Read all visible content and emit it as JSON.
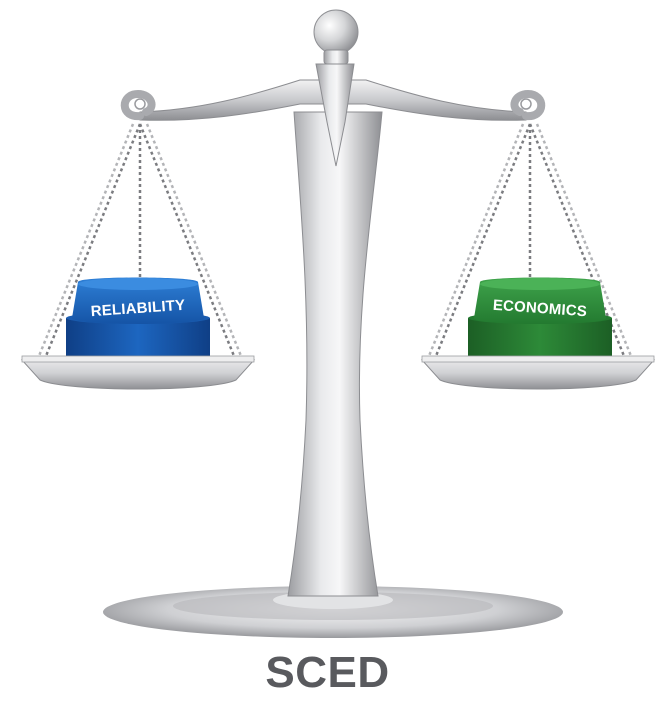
{
  "figure": {
    "left_weight_label": "RELIABILITY",
    "right_weight_label": "ECONOMICS",
    "caption": "SCED"
  },
  "colors": {
    "left_weight": "#1a5fb4",
    "right_weight": "#2e8b3a",
    "caption": "#595a5e",
    "metal": "#c8c9cc"
  },
  "icons": {
    "figure": "balance-scale-icon"
  }
}
